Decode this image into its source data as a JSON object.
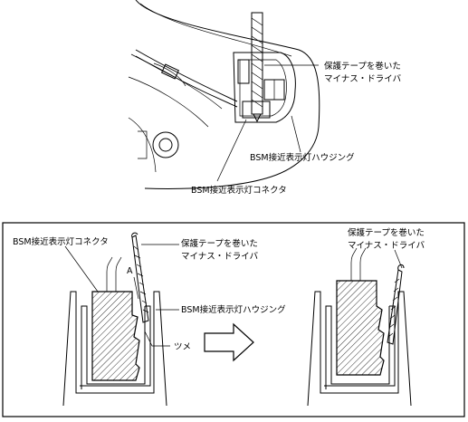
{
  "top_figure": {
    "label_screwdriver": [
      "保護テープを巻いた",
      "マイナス・ドライバ"
    ],
    "label_housing": "BSM接近表示灯ハウジング",
    "label_connector": "BSM接近表示灯コネクタ"
  },
  "bottom_figure": {
    "label_connector": "BSM接近表示灯コネクタ",
    "label_screwdriver_left": [
      "保護テープを巻いた",
      "マイナス・ドライバ"
    ],
    "label_a": "A",
    "label_housing": "BSM接近表示灯ハウジング",
    "label_claw": "ツメ",
    "label_screwdriver_right": [
      "保護テープを巻いた",
      "マイナス・ドライバ"
    ]
  }
}
